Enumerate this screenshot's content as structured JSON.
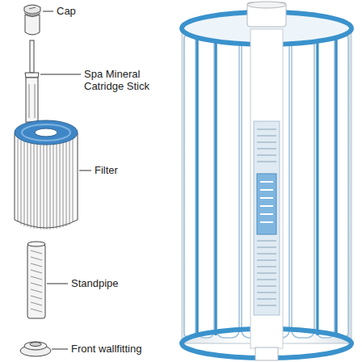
{
  "diagram": {
    "labels": [
      "Cap",
      "Spa Mineral Catridge Stick",
      "Filter",
      "Standpipe",
      "Front wallfitting"
    ]
  }
}
